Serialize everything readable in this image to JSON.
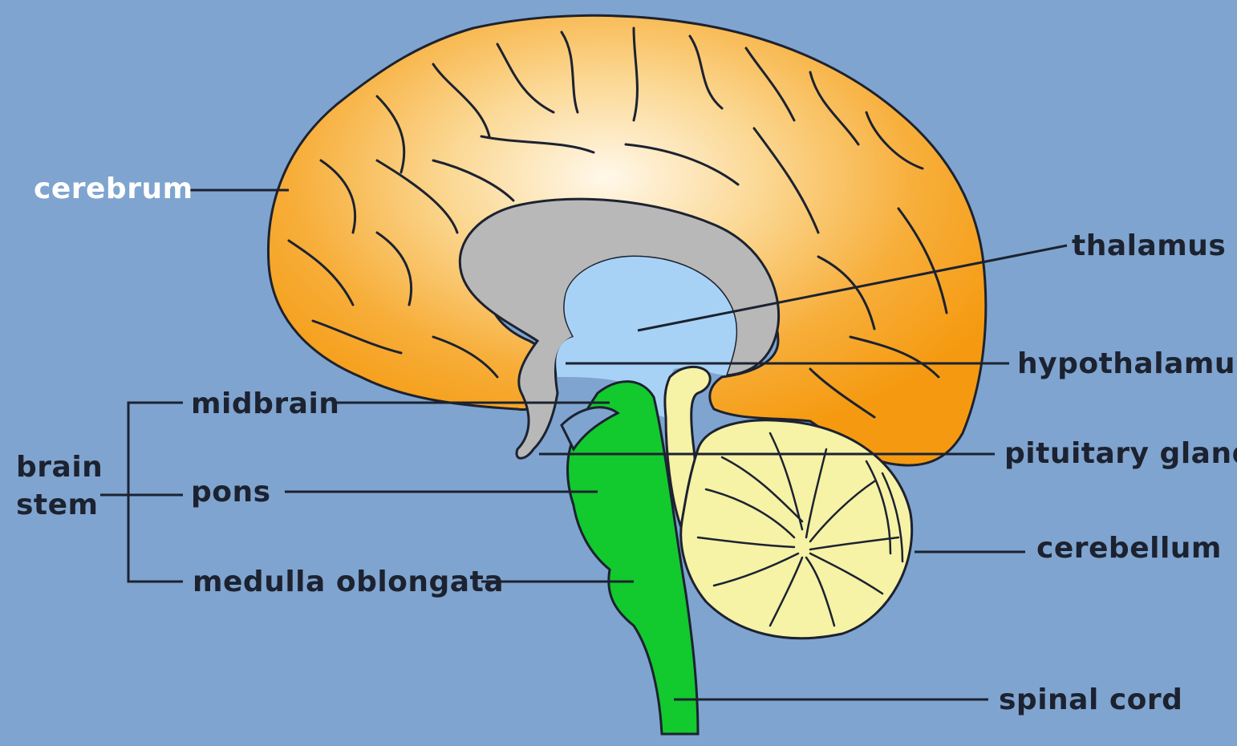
{
  "labels": {
    "cerebrum": "cerebrum",
    "thalamus": "thalamus",
    "hypothalamus": "hypothalamus",
    "midbrain": "midbrain",
    "pituitary_gland": "pituitary gland",
    "brain_stem_line1": "brain",
    "brain_stem_line2": "stem",
    "pons": "pons",
    "cerebellum": "cerebellum",
    "medulla_oblongata": "medulla oblongata",
    "spinal_cord": "spinal cord"
  },
  "colors": {
    "background": "#7fa4cf",
    "cerebrum_outer": "#f59a10",
    "cerebrum_inner": "#fff8ea",
    "corpus_callosum": "#b8b8b8",
    "ventricle": "#a8d2f5",
    "brainstem": "#12c92e",
    "cerebellum": "#f6f2a6",
    "leader_line": "#1c2230",
    "cerebrum_label": "#ffffff",
    "label_text": "#1c2230"
  }
}
